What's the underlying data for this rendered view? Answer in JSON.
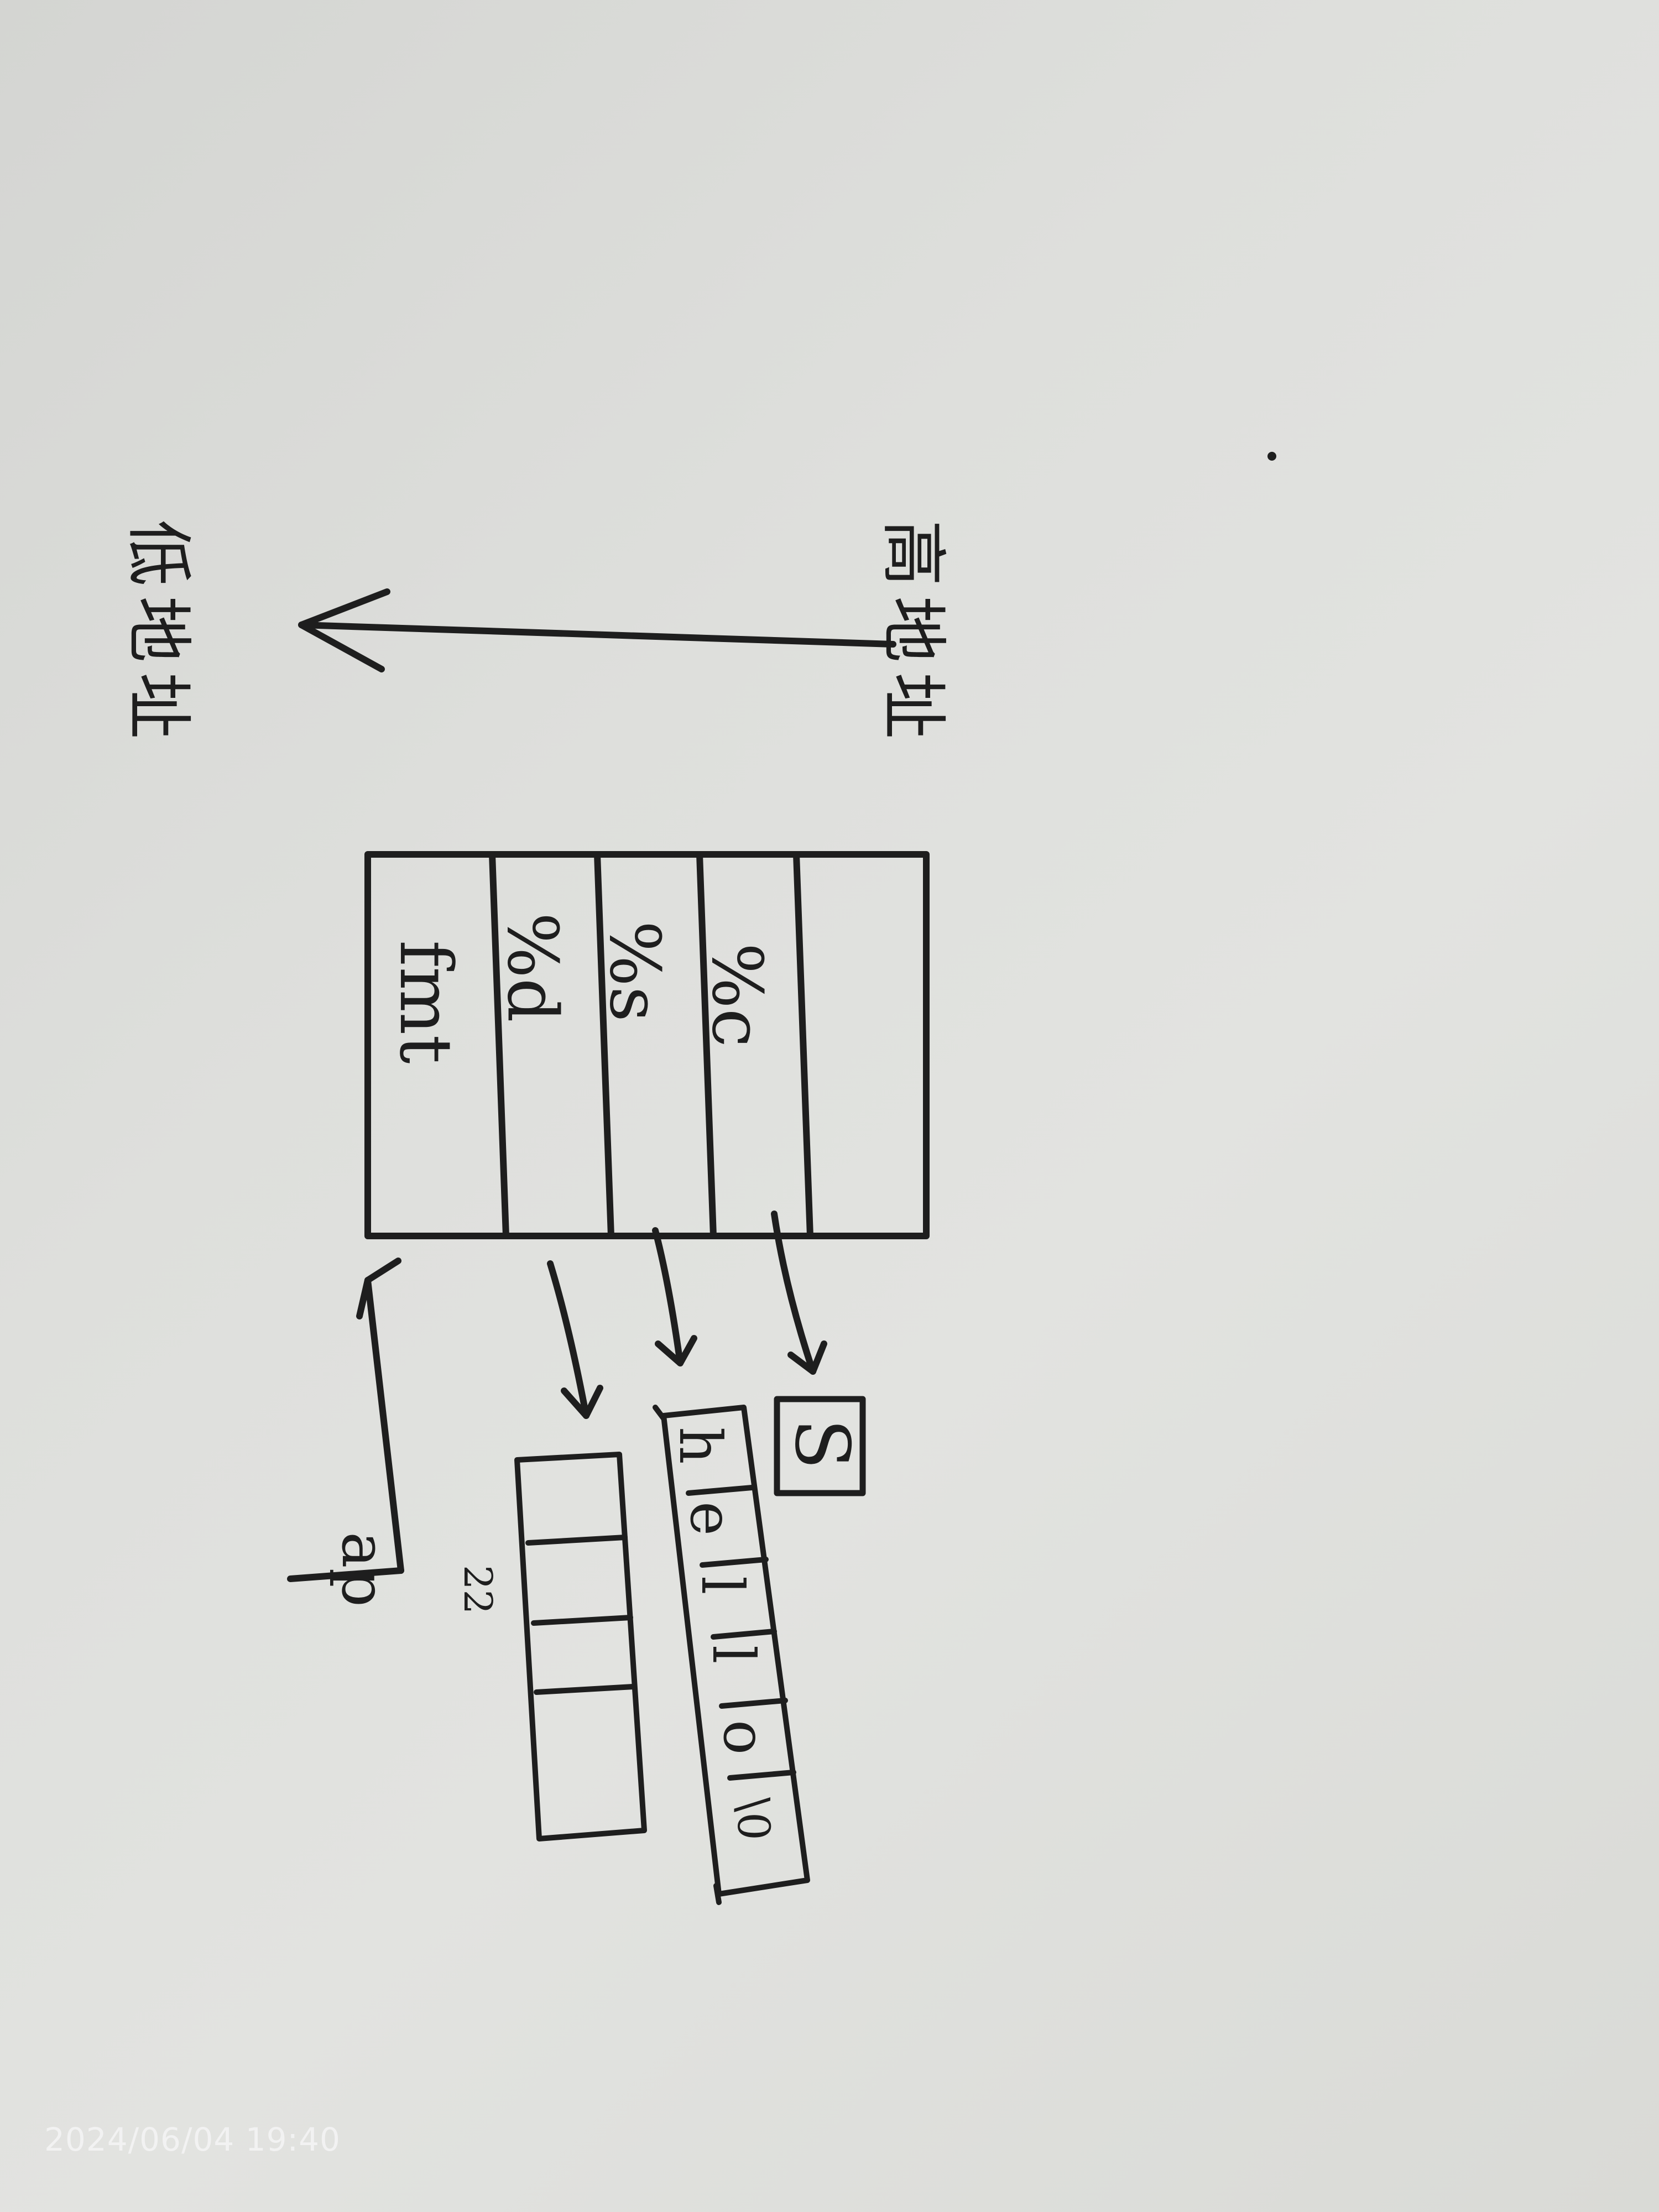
{
  "labels": {
    "high_address": "高地址",
    "low_address": "低地址"
  },
  "stack": {
    "slots": [
      "fmt",
      "%d",
      "%s",
      "%c",
      ""
    ]
  },
  "targets": {
    "char_value": "S",
    "string_chars": [
      "h",
      "e",
      "l",
      "l",
      "o",
      "\\0"
    ],
    "int_label": "22",
    "ap_label": "ap"
  },
  "photo": {
    "timestamp": "2024/06/04 19:40"
  },
  "colors": {
    "ink": "#1e1e1e",
    "paper": "#dedfdc"
  }
}
